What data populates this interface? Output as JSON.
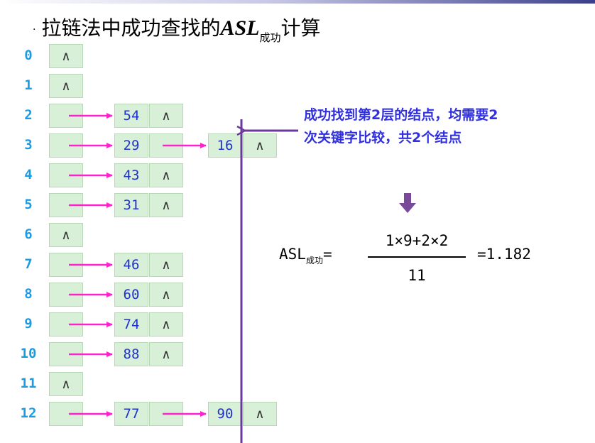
{
  "title": {
    "bullet": "·",
    "main": "拉链法中成功查找的",
    "asl": "ASL",
    "subscript": "成功",
    "suffix": "计算"
  },
  "nil_symbol": "∧",
  "buckets": [
    {
      "index": "0",
      "chain": []
    },
    {
      "index": "1",
      "chain": []
    },
    {
      "index": "2",
      "chain": [
        "54"
      ]
    },
    {
      "index": "3",
      "chain": [
        "29",
        "16"
      ]
    },
    {
      "index": "4",
      "chain": [
        "43"
      ]
    },
    {
      "index": "5",
      "chain": [
        "31"
      ]
    },
    {
      "index": "6",
      "chain": []
    },
    {
      "index": "7",
      "chain": [
        "46"
      ]
    },
    {
      "index": "8",
      "chain": [
        "60"
      ]
    },
    {
      "index": "9",
      "chain": [
        "74"
      ]
    },
    {
      "index": "10",
      "chain": [
        "88"
      ]
    },
    {
      "index": "11",
      "chain": []
    },
    {
      "index": "12",
      "chain": [
        "77",
        "90"
      ]
    }
  ],
  "note": {
    "line1": "成功找到第2层的结点，均需要2",
    "line2": "次关键字比较，共2个结点"
  },
  "formula": {
    "lhs": "ASL",
    "lhs_sub": "成功",
    "equals": "=",
    "numerator": "1×9+2×2",
    "denominator": "11",
    "result": "=1.182"
  },
  "colors": {
    "index": "#1a9be6",
    "node_fill": "#d8efd8",
    "pointer_arrow": "#ff22cc",
    "divider": "#6a3a9a",
    "note_text": "#3030e0",
    "down_arrow": "#7a4a9a"
  }
}
